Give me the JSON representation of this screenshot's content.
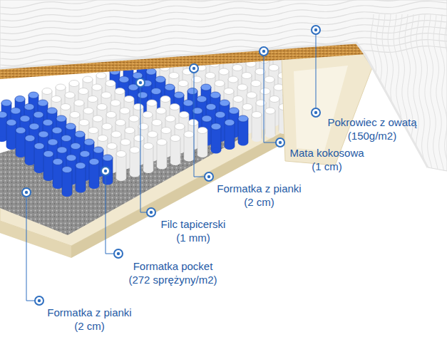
{
  "diagram": {
    "labels": [
      "Pokrowiec z owatą (150g/m2)",
      "Mata kokosowa (1 cm)",
      "Formatka z pianki (2 cm)",
      "Filc tapicerski (1 mm)",
      "Formatka pocket (272 sprężyny/m2)",
      "Formatka z pianki (2 cm)"
    ]
  }
}
